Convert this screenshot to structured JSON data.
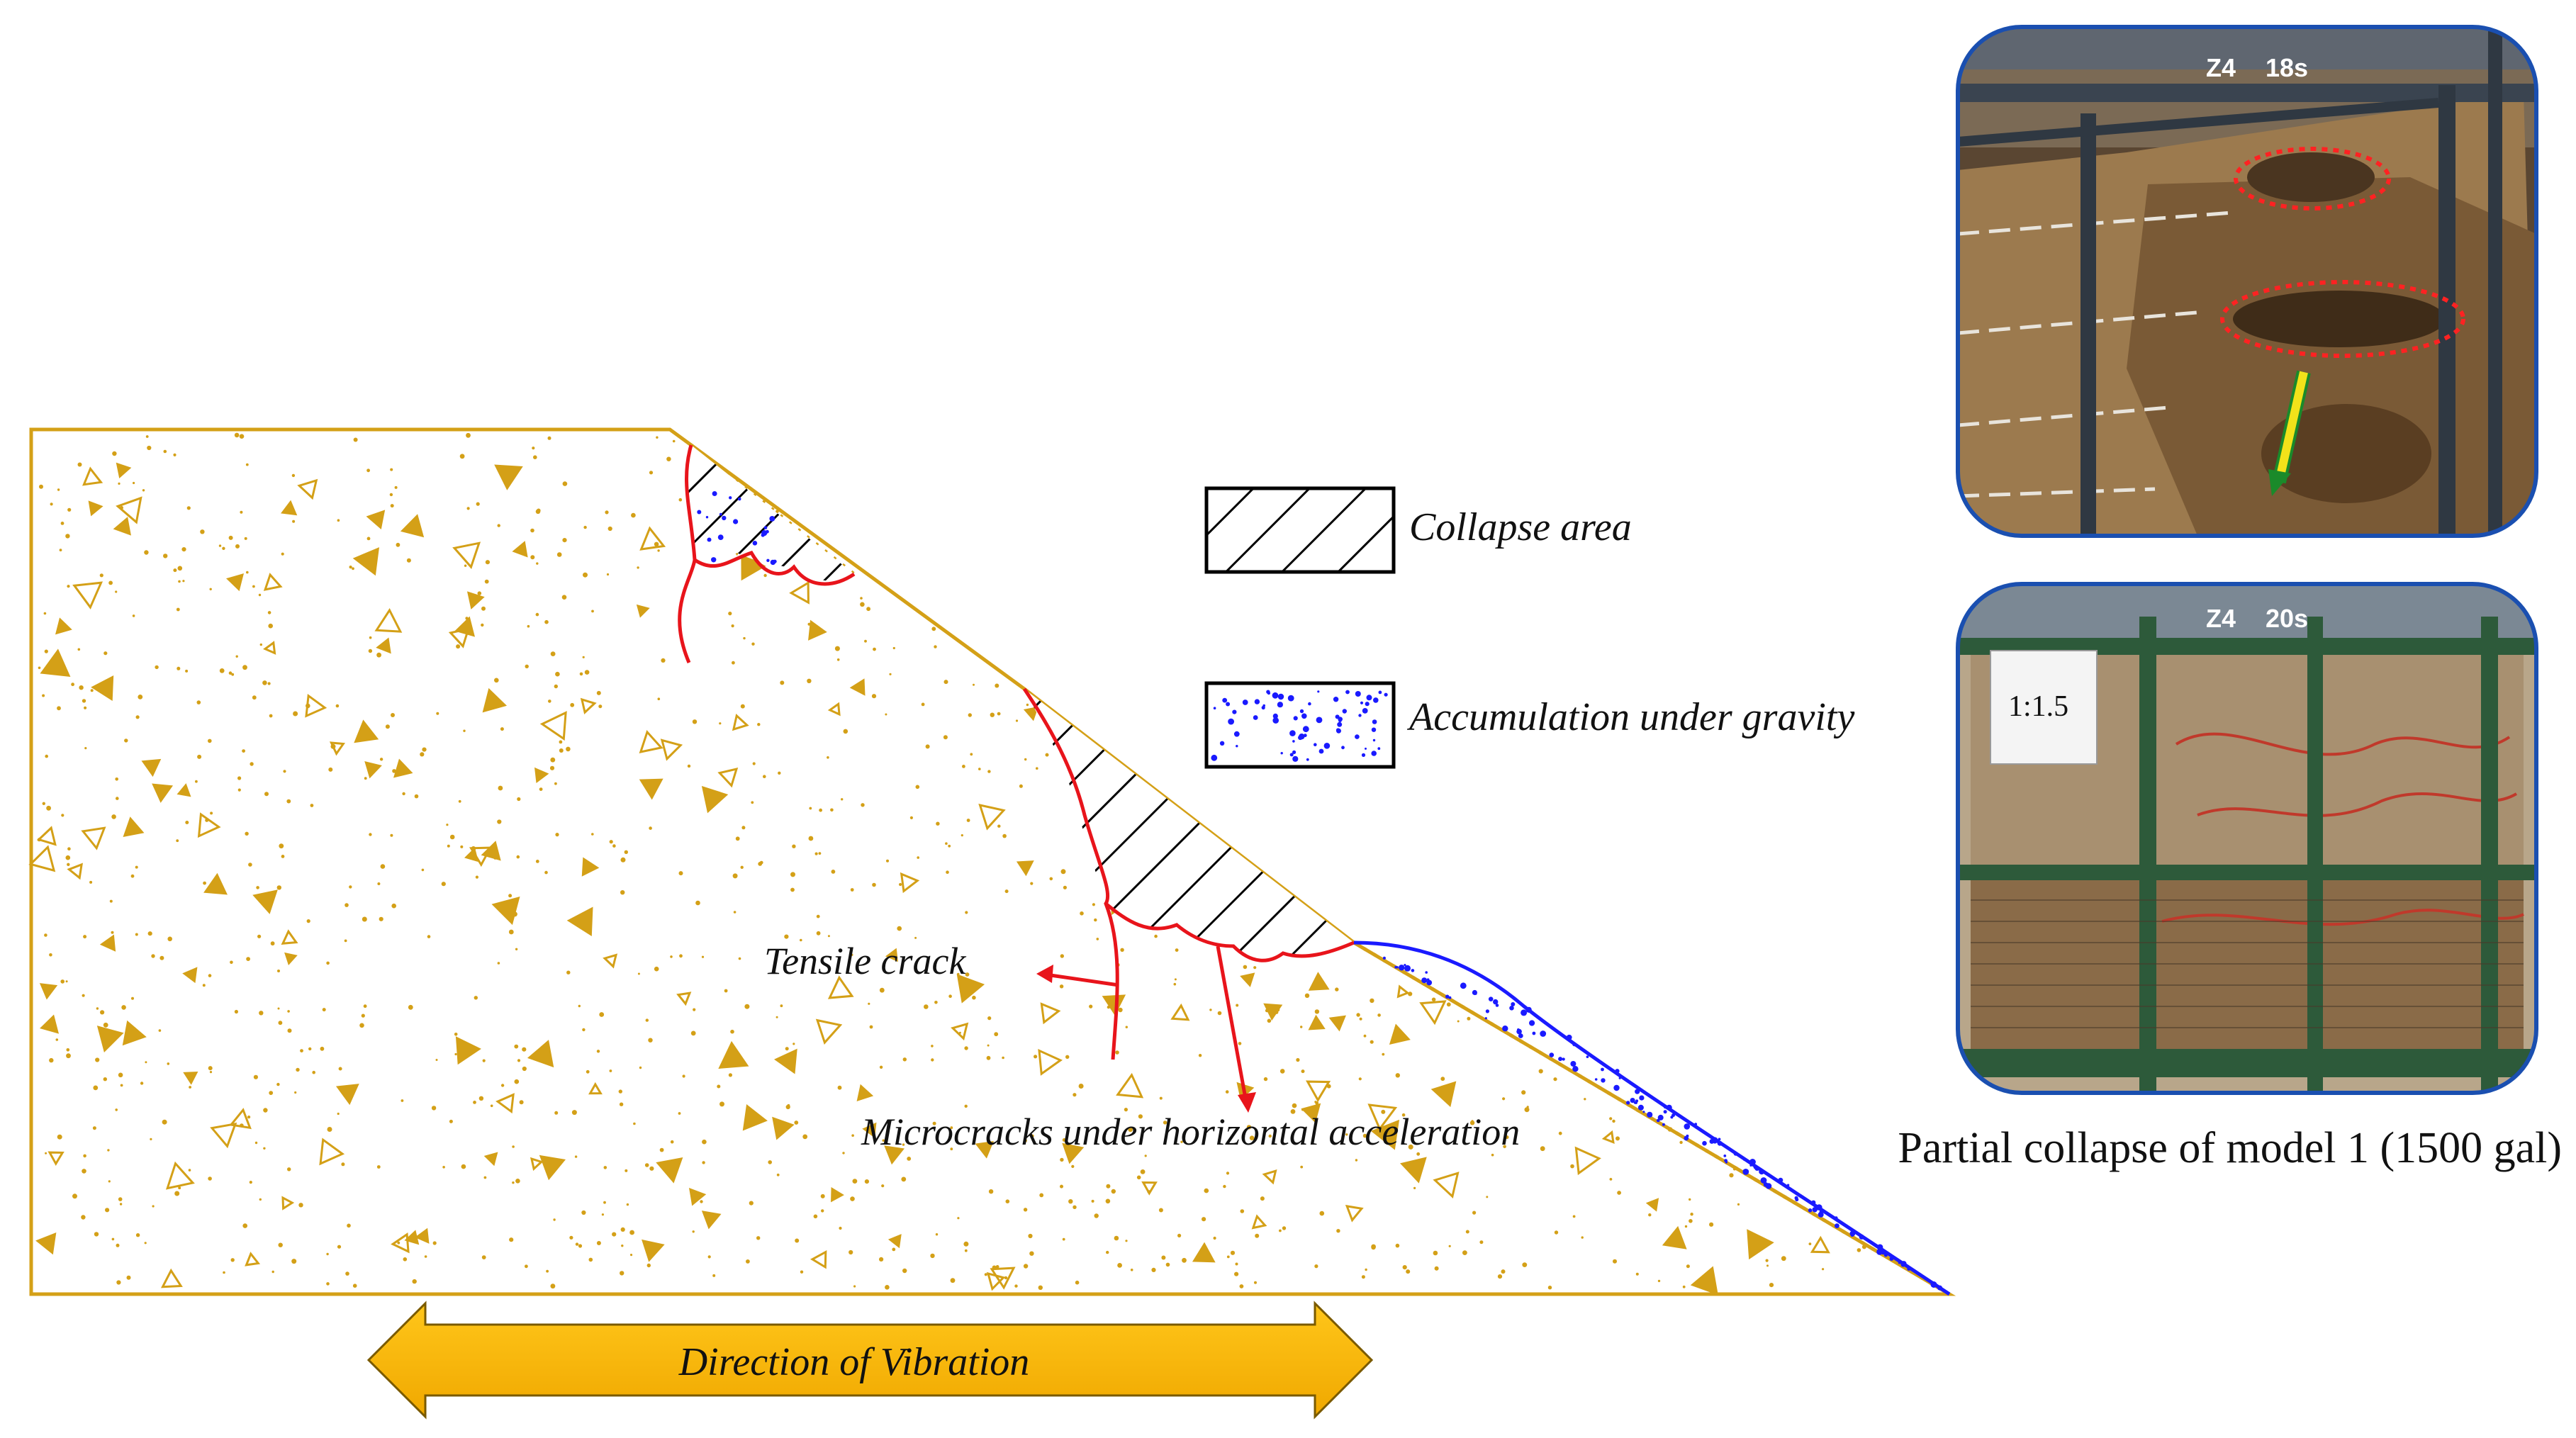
{
  "legend": {
    "collapse_area": "Collapse area",
    "accumulation": "Accumulation under gravity"
  },
  "annotations": {
    "tensile_crack": "Tensile crack",
    "microcracks": "Microcracks under horizontal acceleration"
  },
  "vibration_arrow": {
    "label": "Direction of Vibration"
  },
  "photos": {
    "top": {
      "camera_label": "Z4",
      "time_label": "18s"
    },
    "bottom": {
      "camera_label": "Z4",
      "time_label": "20s",
      "sign_text": "1:1.5"
    },
    "caption": "Partial collapse of model 1 (1500 gal)"
  },
  "colors": {
    "slope_outline": "#d4a017",
    "crack": "#e8141b",
    "accumulation": "#1a1aff",
    "arrow_fill": "#f5b800",
    "dash_red": "#ff2222"
  }
}
